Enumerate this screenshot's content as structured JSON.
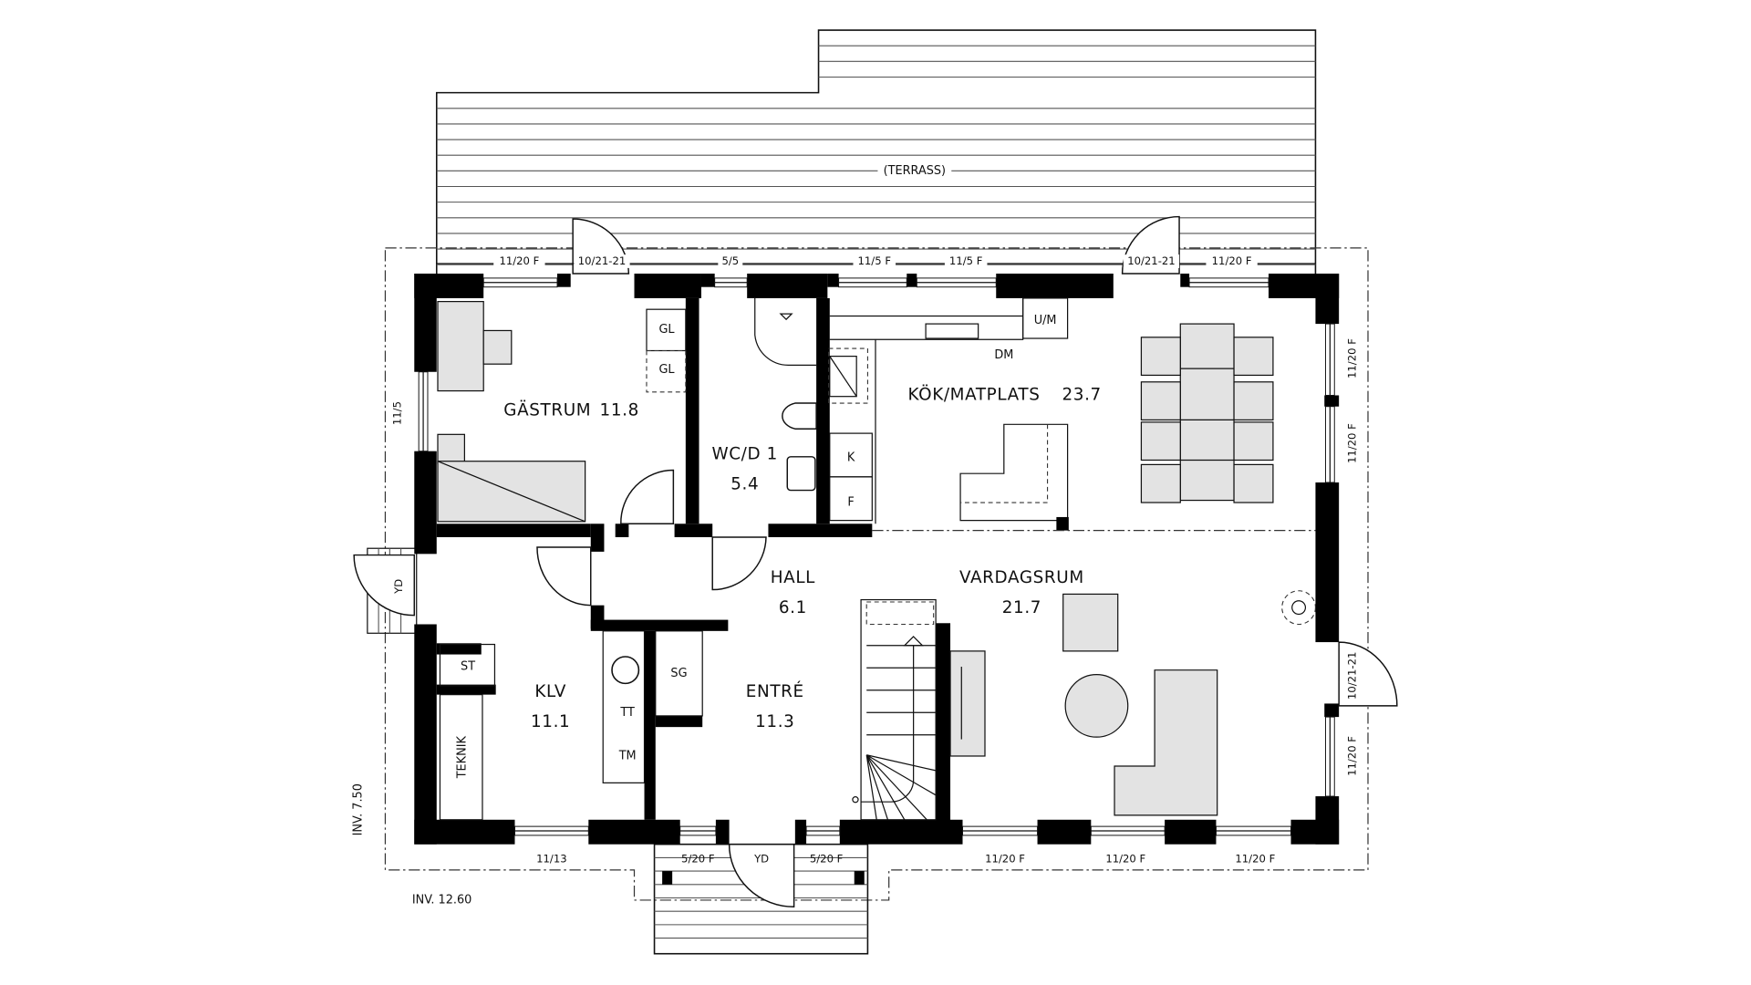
{
  "plan": {
    "terrace_label": "(TERRASS)",
    "rooms": [
      {
        "id": "gastrum",
        "name": "GÄSTRUM",
        "area": "11.8"
      },
      {
        "id": "wc",
        "name": "WC/D 1",
        "area": "5.4"
      },
      {
        "id": "kok",
        "name": "KÖK/MATPLATS",
        "area": "23.7"
      },
      {
        "id": "hall",
        "name": "HALL",
        "area": "6.1"
      },
      {
        "id": "vardagsrum",
        "name": "VARDAGSRUM",
        "area": "21.7"
      },
      {
        "id": "klv",
        "name": "KLV",
        "area": "11.1"
      },
      {
        "id": "entre",
        "name": "ENTRÉ",
        "area": "11.3"
      }
    ],
    "fixtures": {
      "gl_upper": "GL",
      "gl_lower": "GL",
      "um": "U/M",
      "dm": "DM",
      "k": "K",
      "f": "F",
      "st": "ST",
      "sg": "SG",
      "tt": "TT",
      "tm": "TM",
      "teknik": "TEKNIK"
    },
    "openings": {
      "top": [
        "11/20 F",
        "10/21-21",
        "5/5",
        "11/5 F",
        "11/5 F",
        "10/21-21",
        "11/20 F"
      ],
      "left": [
        "11/5",
        "YD"
      ],
      "right": [
        "11/20 F",
        "11/20 F",
        "10/21-21",
        "11/20 F"
      ],
      "bottom": [
        "11/13",
        "5/20 F",
        "YD",
        "5/20 F",
        "11/20 F",
        "11/20 F",
        "11/20 F"
      ]
    },
    "dimensions": {
      "depth": "INV. 7.50",
      "width": "INV. 12.60"
    }
  }
}
